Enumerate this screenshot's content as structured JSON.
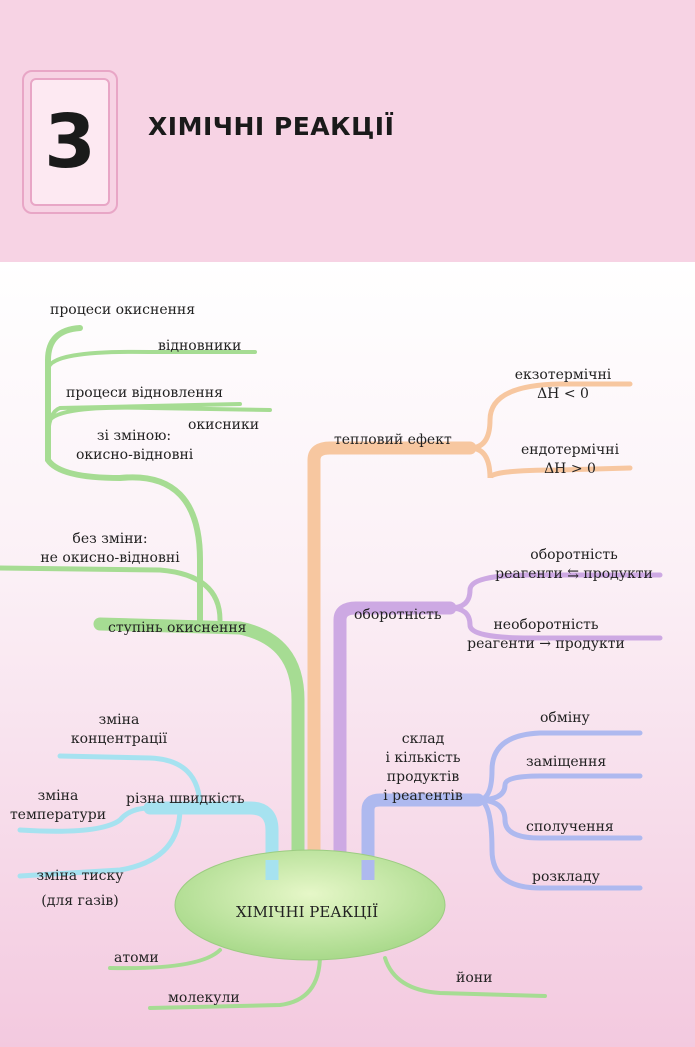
{
  "chapter": {
    "number": "3",
    "title": "ХІМІЧНІ РЕАКЦІЇ"
  },
  "center": {
    "label": "ХІМІЧНІ РЕАКЦІЇ"
  },
  "oxidation": {
    "branch": "ступінь окиснення",
    "with_change": "зі зміною:",
    "with_change_2": "окисно-відновні",
    "oxidation_processes": "процеси окиснення",
    "reducers": "відновники",
    "reduction_processes": "процеси відновлення",
    "oxidizers": "окисники",
    "without_change": "без зміни:",
    "without_change_2": "не окисно-відновні"
  },
  "heat": {
    "branch": "тепловий ефект",
    "exo": "екзотермічні",
    "exo_formula": "ΔH < 0",
    "endo": "ендотермічні",
    "endo_formula": "ΔH > 0"
  },
  "reversibility": {
    "branch": "оборотність",
    "reversible": "оборотність",
    "reversible_eq": "реагенти ⇆ продукти",
    "irreversible": "необоротність",
    "irreversible_eq": "реагенти → продукти"
  },
  "composition": {
    "branch_1": "склад",
    "branch_2": "і кількість",
    "branch_3": "продуктів",
    "branch_4": "і реагентів",
    "exchange": "обміну",
    "substitution": "заміщення",
    "combination": "сполучення",
    "decomposition": "розкладу"
  },
  "speed": {
    "branch": "різна швидкість",
    "concentration_1": "зміна",
    "concentration_2": "концентрації",
    "temperature_1": "зміна",
    "temperature_2": "температури",
    "pressure_1": "зміна тиску",
    "pressure_2": "(для газів)"
  },
  "particles": {
    "atoms": "атоми",
    "molecules": "молекули",
    "ions": "йони"
  },
  "colors": {
    "green": "#9fd58c",
    "peach": "#f6c49a",
    "purple": "#c9a3dd",
    "blue": "#a9b6ee",
    "cyan": "#a5e1ef",
    "header_pink": "#f7d3e4"
  }
}
